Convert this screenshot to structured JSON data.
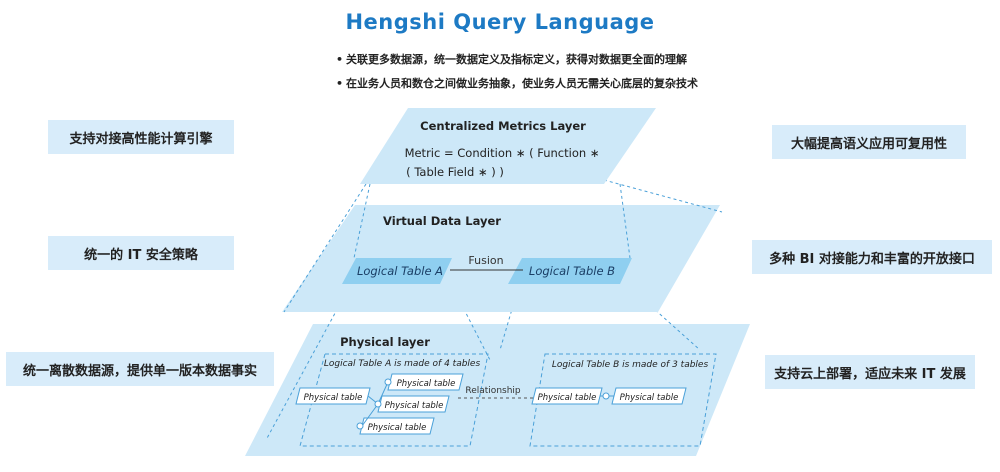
{
  "header": {
    "title": "Hengshi Query Language",
    "bullets": [
      "关联更多数据源，统一数据定义及指标定义，获得对数据更全面的理解",
      "在业务人员和数仓之间做业务抽象，使业务人员无需关心底层的复杂技术"
    ]
  },
  "left_features": [
    "支持对接高性能计算引擎",
    "统一的 IT 安全策略",
    "统一离散数据源，提供单一版本数据事实"
  ],
  "right_features": [
    "大幅提高语义应用可复用性",
    "多种 BI 对接能力和丰富的开放接口",
    "支持云上部署，适应未来 IT 发展"
  ],
  "metrics_layer": {
    "title": "Centralized Metrics Layer",
    "formula_line1": "Metric = Condition ∗ ( Function ∗",
    "formula_line2": "( Table Field ∗ ) )"
  },
  "virtual_layer": {
    "title": "Virtual Data Layer",
    "table_a": "Logical Table A",
    "table_b": "Logical Table B",
    "fusion": "Fusion"
  },
  "physical_layer": {
    "title": "Physical layer",
    "group_a_note": "Logical Table A is made of 4 tables",
    "group_b_note": "Logical Table B is made of 3 tables",
    "relationship": "Relationship",
    "physical_table": "Physical table"
  },
  "colors": {
    "title_blue": "#1d7ac4",
    "layer_fill": "#cde8f8",
    "logical_table_fill": "#8fcff0",
    "dashed_line": "#4aa0d8",
    "side_box": "#d8ecfa"
  }
}
